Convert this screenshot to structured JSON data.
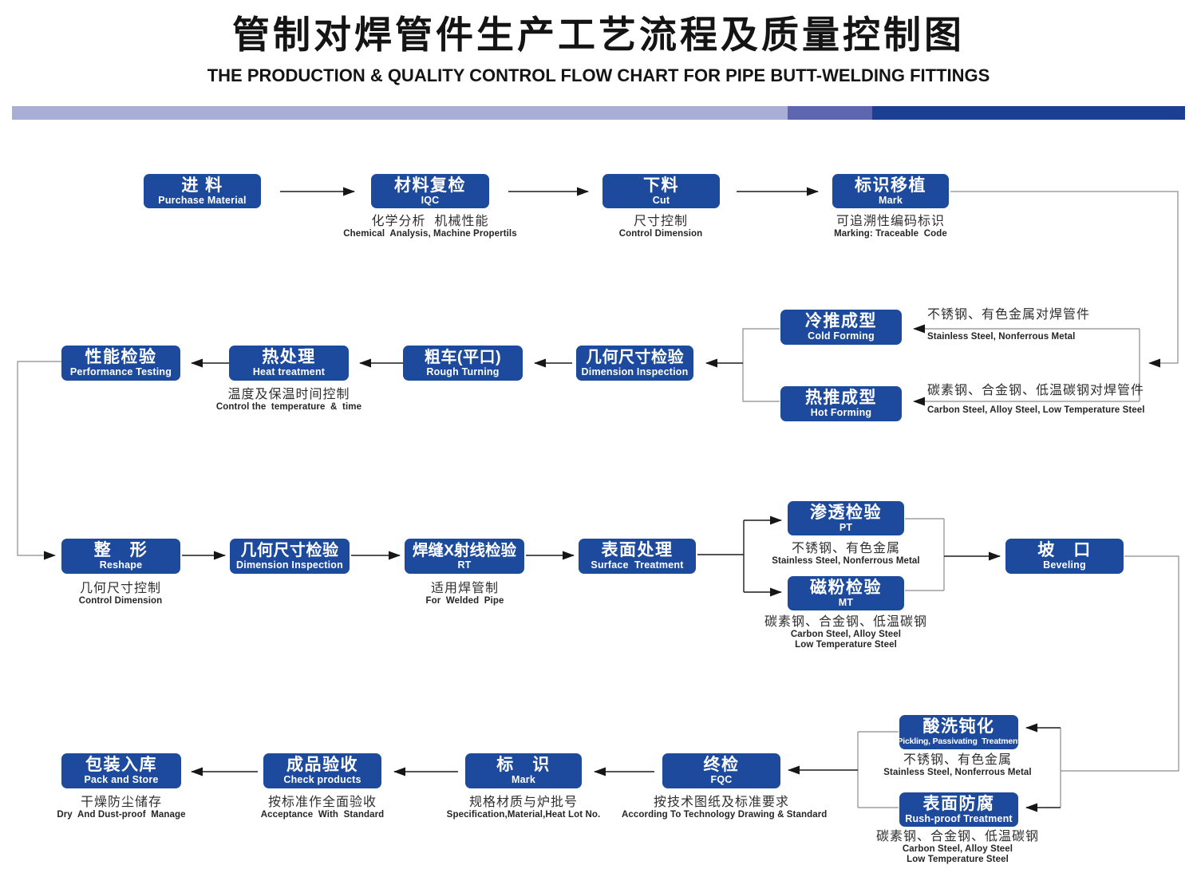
{
  "title": {
    "zh": "管制对焊管件生产工艺流程及质量控制图",
    "en": "THE PRODUCTION & QUALITY CONTROL FLOW CHART FOR PIPE BUTT-WELDING FITTINGS"
  },
  "colors": {
    "box": "#1d4a9c",
    "bar_light": "#a9aed6",
    "bar_mid": "#5d66ae",
    "bar_dark": "#1b3f91"
  },
  "nodes": {
    "purchase": {
      "zh": "进 料",
      "en": "Purchase Material"
    },
    "iqc": {
      "zh": "材料复检",
      "en": "IQC"
    },
    "cut": {
      "zh": "下料",
      "en": "Cut"
    },
    "mark1": {
      "zh": "标识移植",
      "en": "Mark"
    },
    "cold": {
      "zh": "冷推成型",
      "en": "Cold Forming"
    },
    "hot": {
      "zh": "热推成型",
      "en": "Hot Forming"
    },
    "dim1": {
      "zh": "几何尺寸检验",
      "en": "Dimension Inspection"
    },
    "rough": {
      "zh": "粗车(平口)",
      "en": "Rough Turning"
    },
    "heat": {
      "zh": "热处理",
      "en": "Heat treatment"
    },
    "performance": {
      "zh": "性能检验",
      "en": "Performance Testing"
    },
    "reshape": {
      "zh": "整　形",
      "en": "Reshape"
    },
    "dim2": {
      "zh": "几何尺寸检验",
      "en": "Dimension Inspection"
    },
    "rt": {
      "zh": "焊缝X射线检验",
      "en": "RT"
    },
    "surface": {
      "zh": "表面处理",
      "en": "Surface  Treatment"
    },
    "pt": {
      "zh": "渗透检验",
      "en": "PT"
    },
    "mt": {
      "zh": "磁粉检验",
      "en": "MT"
    },
    "bevel": {
      "zh": "坡　口",
      "en": "Beveling"
    },
    "pickling": {
      "zh": "酸洗钝化",
      "en": "Pickling, Passivating  Treatment"
    },
    "rust": {
      "zh": "表面防腐",
      "en": "Rush-proof Treatment"
    },
    "fqc": {
      "zh": "终检",
      "en": "FQC"
    },
    "mark2": {
      "zh": "标　识",
      "en": "Mark"
    },
    "check": {
      "zh": "成品验收",
      "en": "Check products"
    },
    "pack": {
      "zh": "包装入库",
      "en": "Pack and Store"
    }
  },
  "notes": {
    "iqc": {
      "zh": "化学分析  机械性能",
      "en": "Chemical  Analysis, Machine Propertils"
    },
    "cut": {
      "zh": "尺寸控制",
      "en": "Control Dimension"
    },
    "mark1": {
      "zh": "可追溯性编码标识",
      "en": "Marking: Traceable  Code"
    },
    "cold": {
      "zh": "不锈钢、有色金属对焊管件",
      "en": "Stainless Steel, Nonferrous Metal"
    },
    "hot": {
      "zh": "碳素钢、合金钢、低温碳钢对焊管件",
      "en": "Carbon Steel, Alloy Steel, Low Temperature Steel"
    },
    "heat": {
      "zh": "温度及保温时间控制",
      "en": "Control the  temperature  &  time"
    },
    "reshape": {
      "zh": "几何尺寸控制",
      "en": "Control Dimension"
    },
    "rt": {
      "zh": "适用焊管制",
      "en": "For  Welded  Pipe"
    },
    "pt": {
      "zh": "不锈钢、有色金属",
      "en": "Stainless Steel, Nonferrous Metal"
    },
    "mt": {
      "zh": "碳素钢、合金钢、低温碳钢",
      "en1": "Carbon Steel, Alloy Steel",
      "en2": "Low Temperature Steel"
    },
    "pickling": {
      "zh": "不锈钢、有色金属",
      "en": "Stainless Steel, Nonferrous Metal"
    },
    "rust": {
      "zh": "碳素钢、合金钢、低温碳钢",
      "en1": "Carbon Steel, Alloy Steel",
      "en2": "Low Temperature Steel"
    },
    "fqc": {
      "zh": "按技术图纸及标准要求",
      "en": "According To Technology Drawing & Standard"
    },
    "mark2": {
      "zh": "规格材质与炉批号",
      "en": "Specification,Material,Heat Lot No."
    },
    "check": {
      "zh": "按标准作全面验收",
      "en": "Acceptance  With  Standard"
    },
    "pack": {
      "zh": "干燥防尘储存",
      "en": "Dry  And Dust-proof  Manage"
    }
  }
}
